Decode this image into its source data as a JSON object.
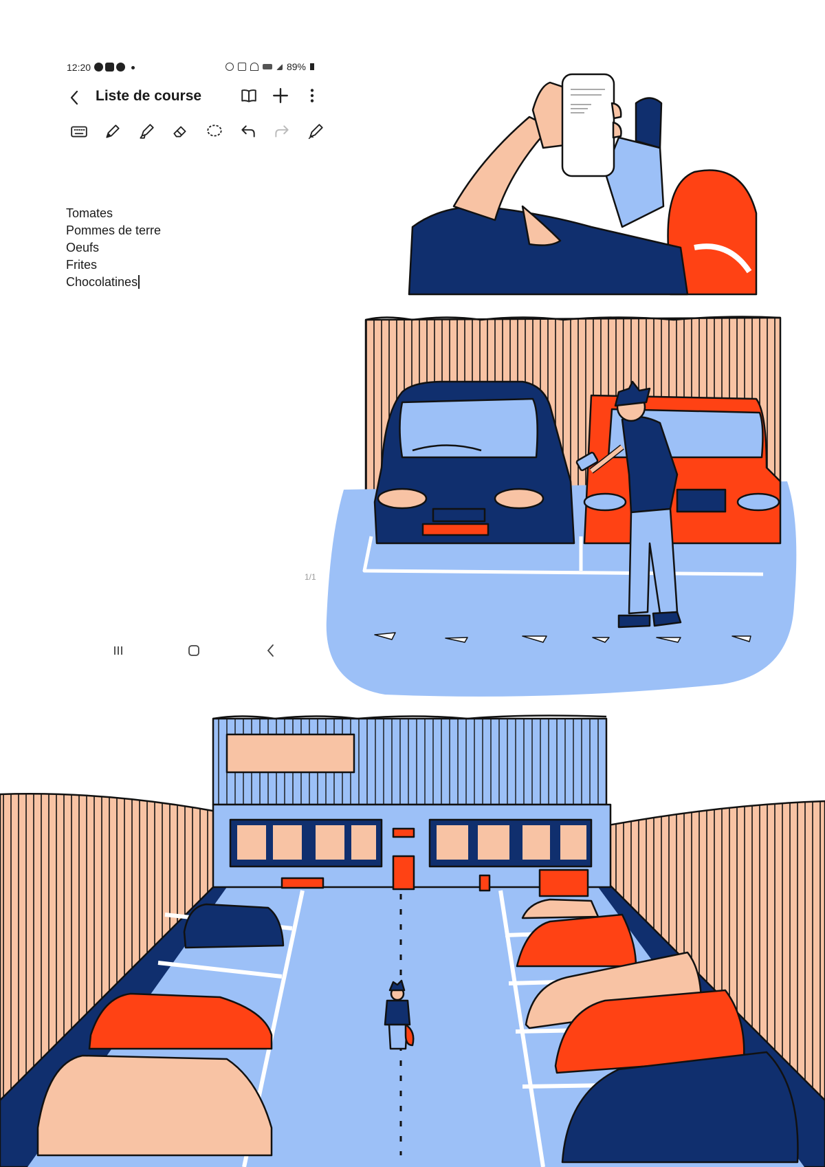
{
  "status_bar": {
    "time": "12:20",
    "battery": "89%",
    "icons": [
      "whatsapp-icon",
      "youtube-icon",
      "settings-icon",
      "bluetooth-icon",
      "mute-icon",
      "hotspot-icon",
      "volte-icon",
      "signal-icon",
      "battery-icon"
    ]
  },
  "app_bar": {
    "title": "Liste de course",
    "actions": [
      "book-icon",
      "plus-icon",
      "more-icon"
    ]
  },
  "toolbar": {
    "tools": [
      "keyboard-icon",
      "pen-icon",
      "highlighter-icon",
      "eraser-icon",
      "lasso-icon",
      "undo-icon",
      "redo-icon",
      "pen-settings-icon"
    ]
  },
  "note": {
    "lines": [
      "Tomates",
      "Pommes de terre",
      "Oeufs",
      "Frites",
      "Chocolatines"
    ]
  },
  "page_indicator": "1/1",
  "nav_bar": [
    "recent-apps-icon",
    "home-icon",
    "back-icon"
  ],
  "palette": {
    "navy": "#102f6e",
    "light_blue": "#9cc0f7",
    "red_orange": "#ff4214",
    "peach": "#f8c3a4"
  }
}
